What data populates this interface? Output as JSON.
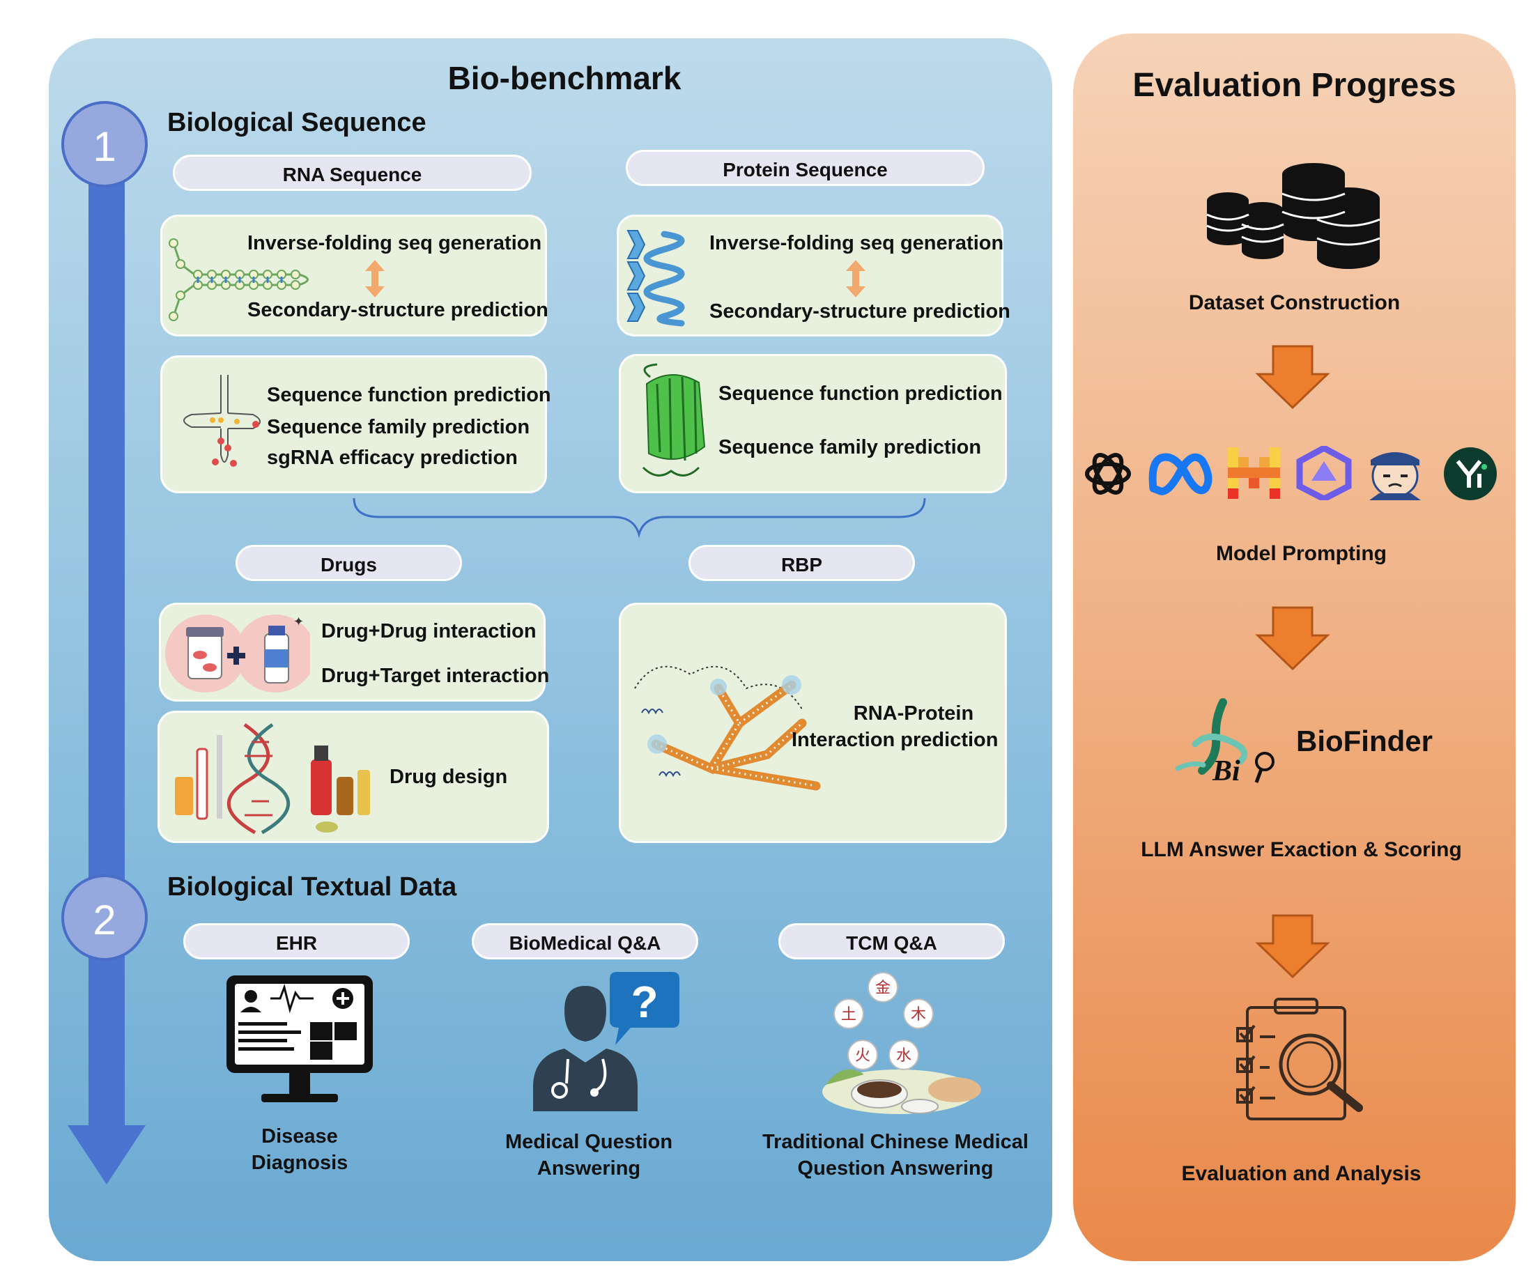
{
  "bio_benchmark": {
    "title": "Bio-benchmark",
    "section1": {
      "number": "1",
      "title": "Biological Sequence"
    },
    "section2": {
      "number": "2",
      "title": "Biological Textual Data"
    },
    "rna": {
      "label": "RNA Sequence",
      "task1": "Inverse-folding seq generation",
      "task2": "Secondary-structure prediction",
      "task3": "Sequence function prediction",
      "task4": "Sequence family prediction",
      "task5": "sgRNA efficacy prediction"
    },
    "protein": {
      "label": "Protein Sequence",
      "task1": "Inverse-folding seq generation",
      "task2": "Secondary-structure prediction",
      "task3": "Sequence function prediction",
      "task4": "Sequence family prediction"
    },
    "drugs": {
      "label": "Drugs",
      "task1": "Drug+Drug   interaction",
      "task2": "Drug+Target interaction",
      "task3": "Drug design"
    },
    "rbp": {
      "label": "RBP",
      "task_line1": "RNA-Protein",
      "task_line2": "Interaction prediction"
    },
    "ehr": {
      "label": "EHR",
      "caption_line1": "Disease",
      "caption_line2": "Diagnosis"
    },
    "biomed": {
      "label": "BioMedical Q&A",
      "caption_line1": "Medical Question",
      "caption_line2": "Answering"
    },
    "tcm": {
      "label": "TCM Q&A",
      "caption_line1": "Traditional Chinese Medical",
      "caption_line2": "Question Answering",
      "elements": [
        "金",
        "木",
        "水",
        "火",
        "土"
      ]
    }
  },
  "evaluation": {
    "title": "Evaluation Progress",
    "step1": "Dataset Construction",
    "step2": "Model Prompting",
    "tool_name": "BioFinder",
    "step3": "LLM Answer Exaction & Scoring",
    "step4": "Evaluation and Analysis",
    "model_icons": [
      "openai-icon",
      "meta-icon",
      "mistral-icon",
      "qwen-icon",
      "internlm-icon",
      "yi-icon"
    ]
  },
  "colors": {
    "left_panel": "#8fc1df",
    "right_panel": "#f0b184",
    "timeline_arrow": "#4a74cf",
    "flow_arrow": "#ec7e2e",
    "card_bg": "#e8f1de",
    "pill_bg": "#e6e6f2"
  }
}
